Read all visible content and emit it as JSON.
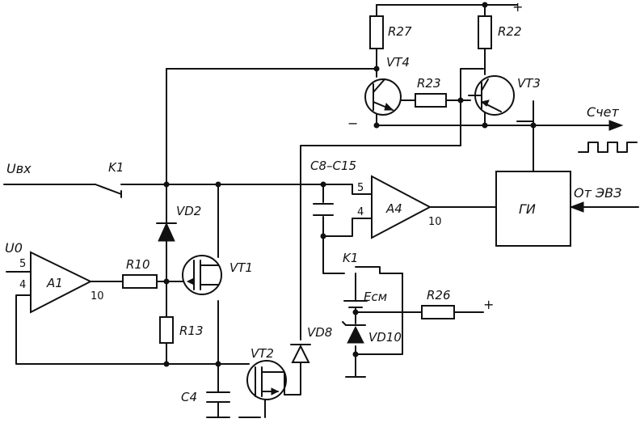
{
  "labels": {
    "uin": "Uвх",
    "u0": "U0",
    "k1_top": "K1",
    "k1_bottom": "K1",
    "c8c15": "C8–C15",
    "r27": "R27",
    "r22": "R22",
    "r23": "R23",
    "r10": "R10",
    "r13": "R13",
    "r26": "R26",
    "vt4": "VT4",
    "vt3": "VT3",
    "vt1": "VT1",
    "vt2": "VT2",
    "vd2": "VD2",
    "vd8": "VD8",
    "vd10": "VD10",
    "c4": "C4",
    "a1": "A1",
    "a4": "A4",
    "gi": "ГИ",
    "count": "Счет",
    "from_evz": "От ЭВЗ",
    "ecm": "Eсм",
    "plus_top": "+",
    "plus_r26": "+",
    "minus": "−",
    "a1_pin5": "5",
    "a1_pin4": "4",
    "a1_pin10": "10",
    "a4_pin5": "5",
    "a4_pin4": "4",
    "a4_pin10": "10"
  }
}
